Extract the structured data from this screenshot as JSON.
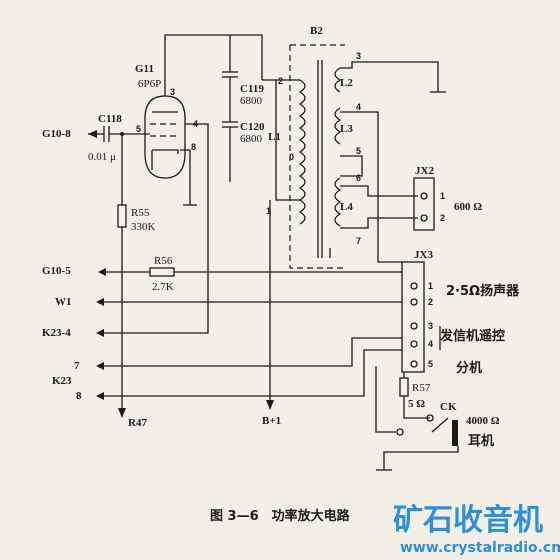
{
  "tube": {
    "name": "G11",
    "type": "6P6P",
    "pin3": "3",
    "pin4": "4",
    "pin5": "5",
    "pin8": "8"
  },
  "transformer": {
    "name": "B2",
    "coils": [
      "L1",
      "L2",
      "L3",
      "L4"
    ],
    "pins": [
      "1",
      "2",
      "3",
      "4",
      "5",
      "6",
      "7"
    ],
    "core_pin": "0"
  },
  "capacitors": {
    "c118": "C118",
    "c118_val": "0.01 μ",
    "c119": "C119",
    "c119_val": "6800",
    "c120": "C120",
    "c120_val": "6800"
  },
  "resistors": {
    "r55": "R55",
    "r55_val": "330K",
    "r56": "R56",
    "r56_val": "2.7K",
    "r57": "R57",
    "r57_val": "5 Ω"
  },
  "terminals": {
    "g10_8": "G10-8",
    "g10_5": "G10-5",
    "w1": "W1",
    "k23_4": "K23-4",
    "n7": "7",
    "k23": "K23",
    "n8": "8",
    "r47": "R47",
    "b_plus": "B+1"
  },
  "jx2": {
    "name": "JX2",
    "pin1": "1",
    "pin2": "2",
    "ohm": "600 Ω"
  },
  "jx3": {
    "name": "JX3",
    "pins": [
      "1",
      "2",
      "3",
      "4",
      "5"
    ],
    "speaker": "2·5Ω扬声器",
    "remote": "发信机遥控",
    "ext": "分机"
  },
  "ck": {
    "name": "CK",
    "ohm": "4000 Ω",
    "earphone": "耳机"
  },
  "caption": "图 3—6　功率放大电路",
  "watermark": {
    "text": "矿石收音机",
    "url": "www.crystalradio.cn"
  }
}
